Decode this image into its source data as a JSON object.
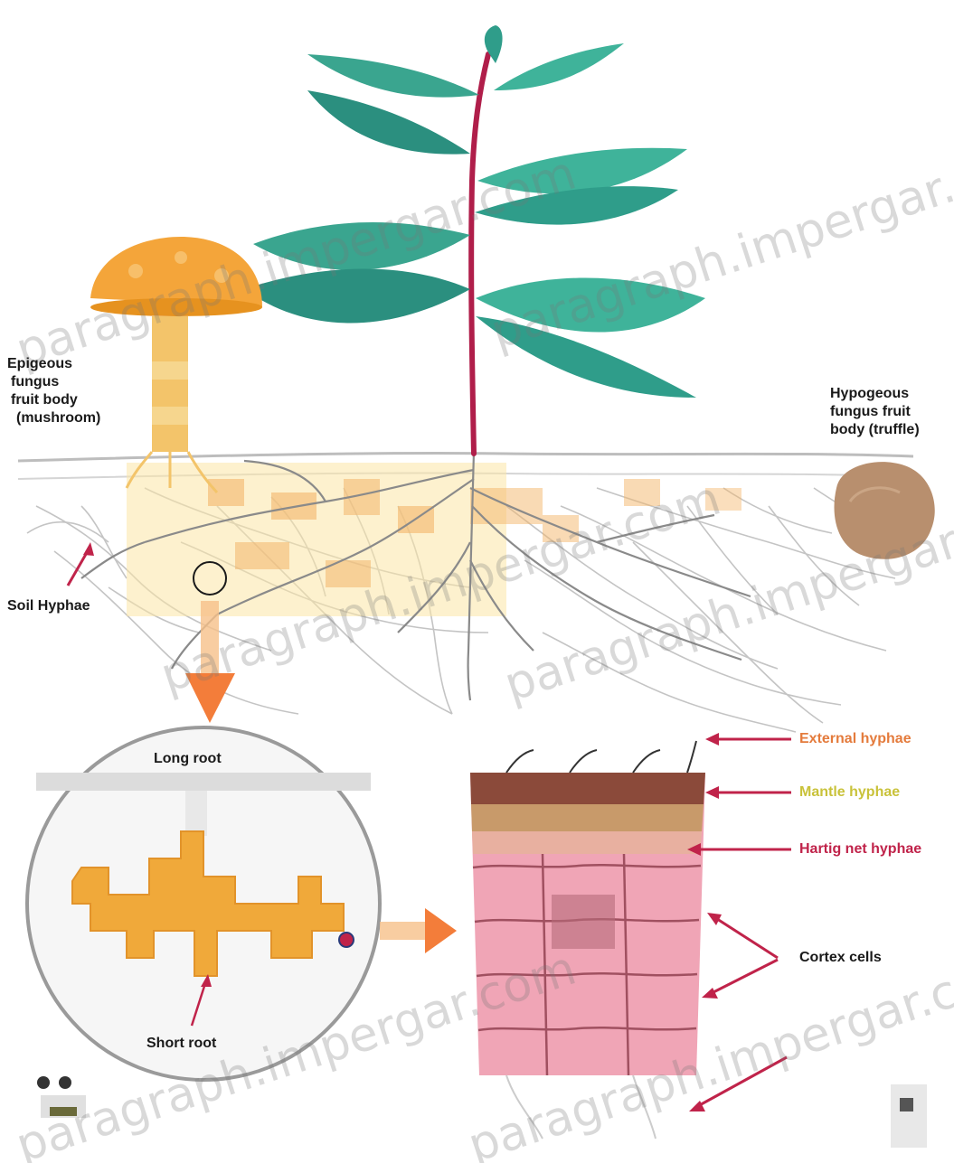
{
  "labels": {
    "epigeous": [
      "Epigeous",
      "fungus",
      "fruit body",
      "(mushroom)"
    ],
    "hypogeous": [
      "Hypogeous",
      "fungus fruit",
      "body (truffle)"
    ],
    "soil_hyphae": "Soil Hyphae",
    "long_root": "Long root",
    "short_root": "Short root",
    "external_hyphae": "External hyphae",
    "mantle_hyphae": "Mantle hyphae",
    "hartig_net_hyphae": "Hartig net hyphae",
    "cortex_cells": "Cortex cells"
  },
  "watermark_text": "paragraph.impergar.com",
  "colors": {
    "leaf": "#3aa58f",
    "leaf_dark": "#1f7f73",
    "stem": "#b01e4a",
    "mushroom_cap": "#f4a53a",
    "mushroom_stalk": "#f3c46a",
    "truffle": "#b88f6e",
    "hyphae": "#c9c9c9",
    "root": "#8a8a8a",
    "short_root_orange": "#f0a93a",
    "mantle": "#8b4a3a",
    "cortex": "#e88aa0",
    "arrow_red": "#c0234a",
    "arrow_orange": "#f37d3a",
    "label_orange": "#e47b3c",
    "label_yellow": "#c9c23a",
    "label_red": "#c0234a"
  }
}
